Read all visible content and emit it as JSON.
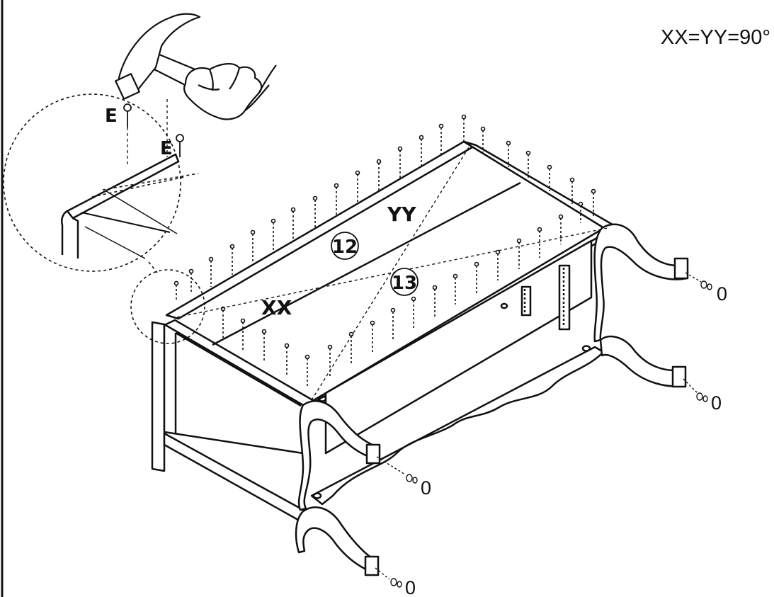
{
  "header": {
    "angle_note": "XX=YY=90°"
  },
  "labels": {
    "nail_top": "E",
    "nail_mid": "E",
    "diagonal_xx": "XX",
    "diagonal_yy": "YY",
    "part_12": "12",
    "part_13": "13",
    "screw_1": "0",
    "screw_2": "0",
    "screw_3": "0",
    "screw_4": "0"
  },
  "colors": {
    "ink": "#111111",
    "paper": "#ffffff"
  },
  "icons": [
    "hammer-icon",
    "nail-icon",
    "magnifier-callout",
    "leg-icon",
    "screw-icon"
  ]
}
